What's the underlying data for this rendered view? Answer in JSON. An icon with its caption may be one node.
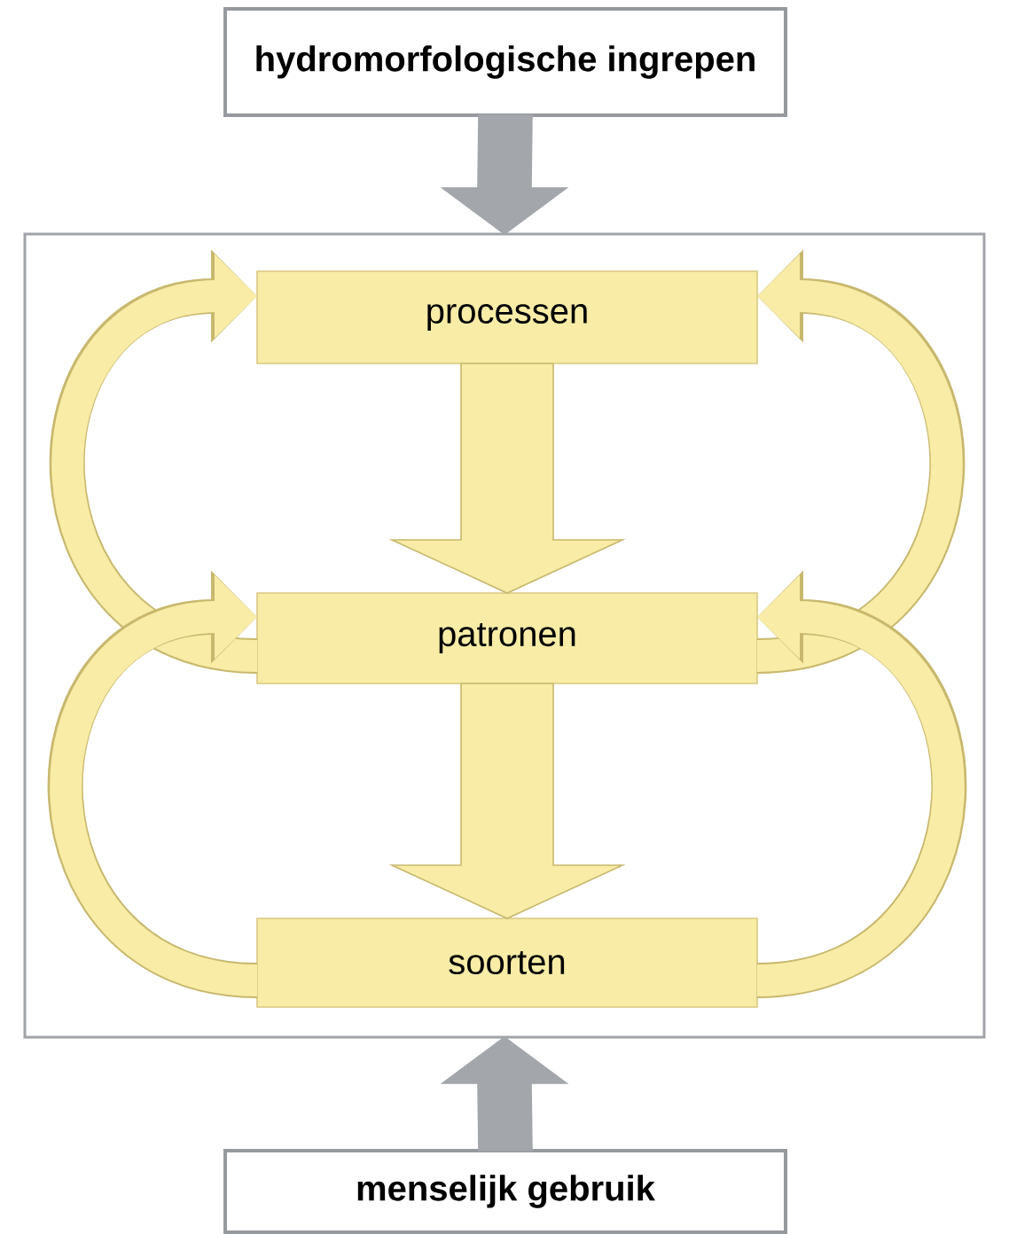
{
  "diagram": {
    "nodes": [
      {
        "text": [
          "hydromorfologische ingrepen"
        ]
      },
      {
        "text": [],
        "shape": "box"
      },
      {
        "text": [
          "processen"
        ],
        "in": 1
      },
      {
        "text": [
          "patronen"
        ],
        "in": 1
      },
      {
        "text": [
          "soorten"
        ],
        "in": 1
      },
      {
        "text": [
          "menselijk gebruik"
        ]
      }
    ],
    "edges": [
      {
        "from": 0,
        "to": 1,
        "arrow": "to",
        "color": "#a3a7ab"
      },
      {
        "from": 5,
        "to": 1,
        "arrow": "to",
        "color": "#a3a7ab"
      },
      {
        "from": 2,
        "to": 3,
        "arrow": "to"
      },
      {
        "from": 3,
        "to": 4,
        "arrow": "to"
      },
      {
        "from": 3,
        "to": 2,
        "arrow": "to"
      },
      {
        "from": 3,
        "to": 2,
        "arrow": "to"
      },
      {
        "from": 4,
        "to": 3,
        "arrow": "to"
      },
      {
        "from": 4,
        "to": 3,
        "arrow": "to"
      }
    ]
  }
}
